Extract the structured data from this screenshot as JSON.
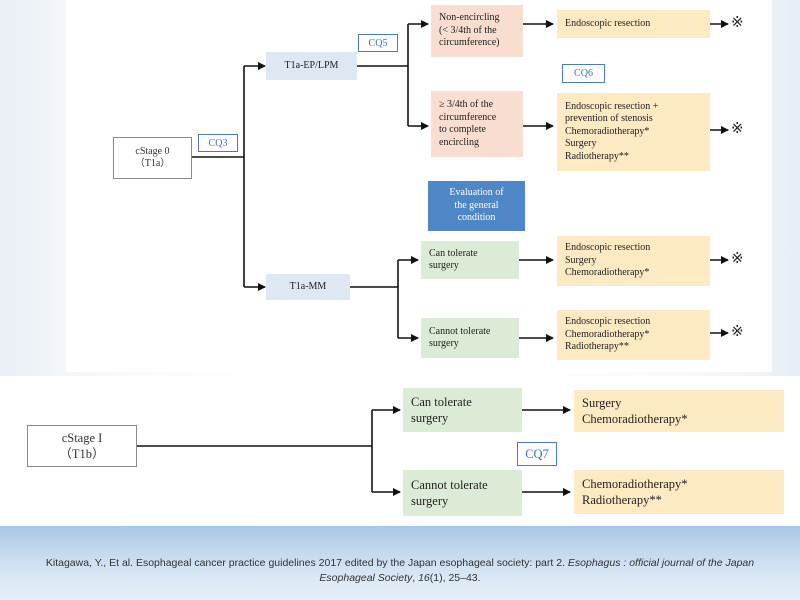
{
  "diagram": {
    "upper": {
      "root": "cStage 0\n（T1a）",
      "cq3": "CQ3",
      "cq5": "CQ5",
      "cq6": "CQ6",
      "ep_lpm": "T1a-EP/LPM",
      "mm": "T1a-MM",
      "non_encircling": "Non-encircling\n(< 3/4th of the\ncircumference)",
      "three_quarter": "≥ 3/4th of the\ncircumference\nto complete\nencircling",
      "endo_resection": "Endoscopic resection",
      "endo_stenosis": "Endoscopic resection +\nprevention of stenosis\nChemoradiotherapy*\nSurgery\nRadiotherapy**",
      "evaluation": "Evaluation of\nthe general\ncondition",
      "can_tolerate": "Can tolerate\nsurgery",
      "cannot_tolerate": "Cannot tolerate\nsurgery",
      "can_options": "Endoscopic resection\nSurgery\nChemoradiotherapy*",
      "cannot_options": "Endoscopic resection\nChemoradiotherapy*\nRadiotherapy**",
      "mark": "※"
    },
    "lower": {
      "root": "cStage I\n（T1b）",
      "cq7": "CQ7",
      "can_tolerate": "Can tolerate\nsurgery",
      "cannot_tolerate": "Cannot tolerate\nsurgery",
      "can_options": "Surgery\nChemoradiotherapy*",
      "cannot_options": "Chemoradiotherapy*\nRadiotherapy**"
    }
  },
  "citation": {
    "text1": "Kitagawa,  Y.,  Et al.  Esophageal  cancer  practice guidelines  2017 edited by the Japan esophageal  society: part 2. ",
    "journal": "Esophagus : official journal of the Japan Esophageal Society",
    "text2": ", ",
    "volume": "16",
    "text3": "(1), 25–43."
  },
  "colors": {
    "stage_box": "#ffffff",
    "t1a_box": "#dde8f3",
    "circumference_box": "#f8ddd0",
    "tolerance_box": "#dcebd5",
    "treatment_box": "#fde9c2",
    "evaluation_box": "#4f86c6",
    "cq_border": "#4a7bbf",
    "footer": "#b9d2ec"
  }
}
